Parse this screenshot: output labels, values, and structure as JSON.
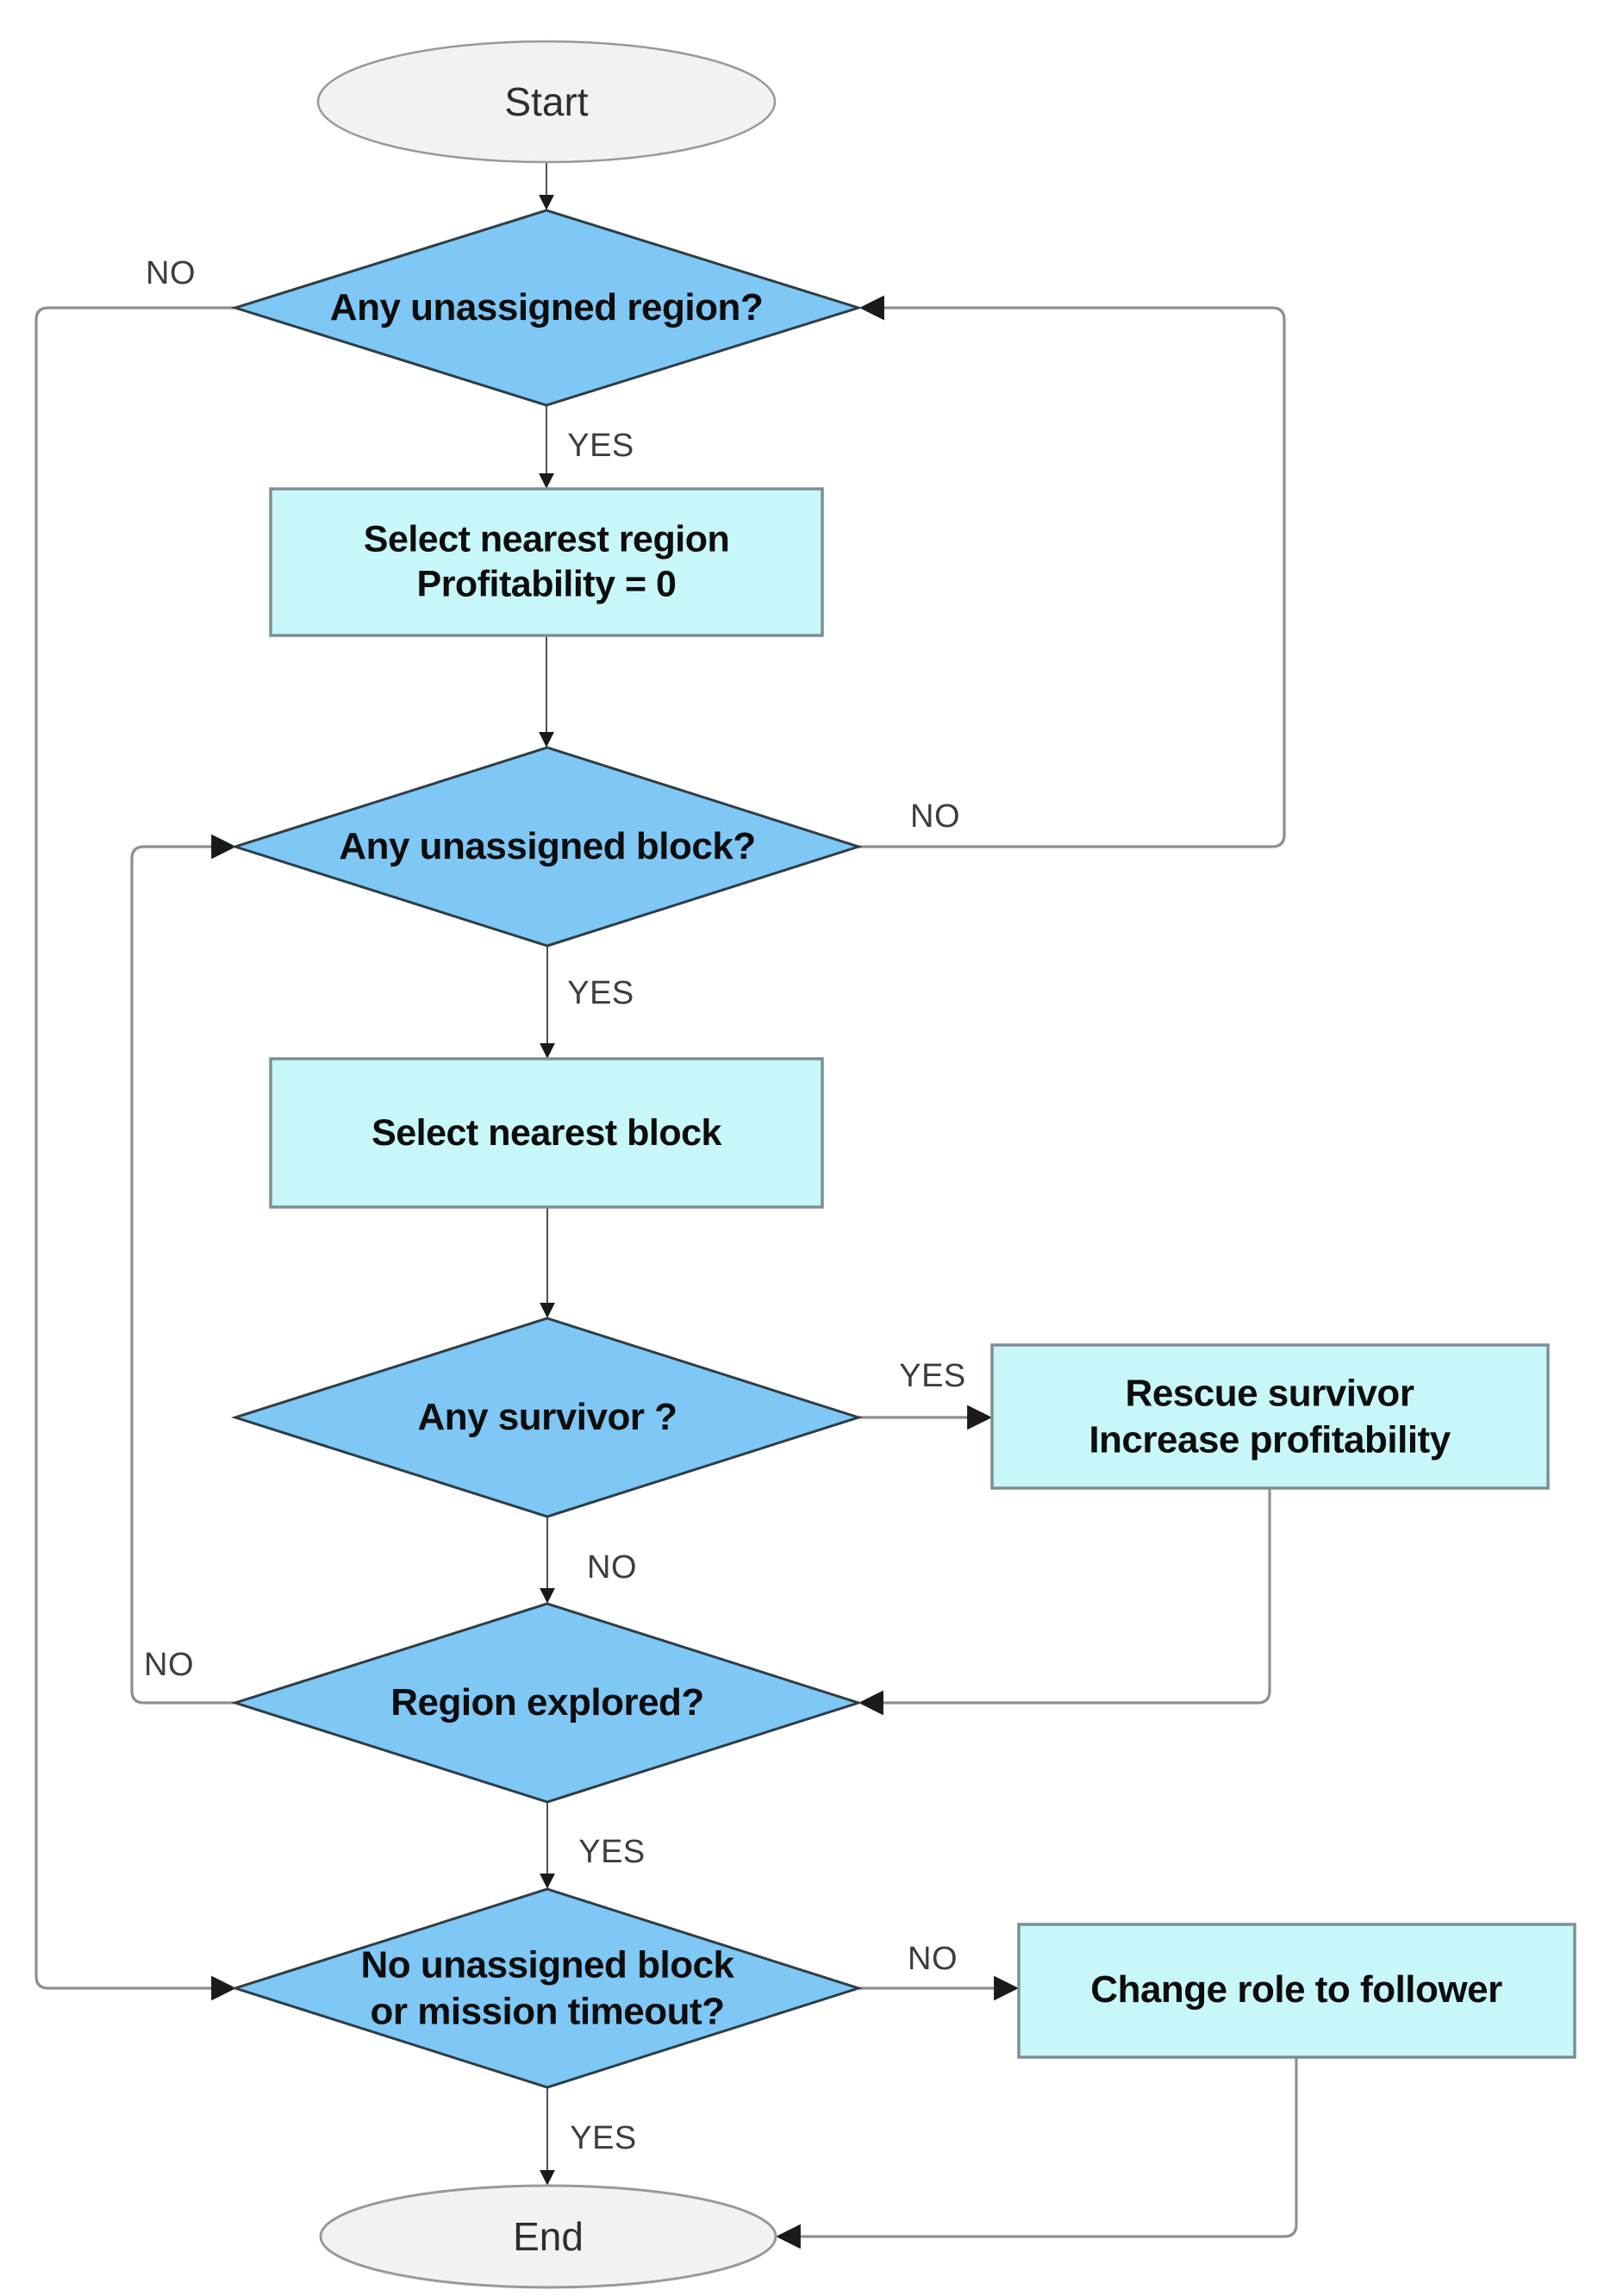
{
  "flowchart": {
    "nodes": {
      "start": {
        "label": "Start",
        "type": "terminator"
      },
      "d1": {
        "label": "Any unassigned region?",
        "type": "decision"
      },
      "p1": {
        "line1": "Select nearest region",
        "line2": "Profitability = 0",
        "type": "process"
      },
      "d2": {
        "label": "Any unassigned block?",
        "type": "decision"
      },
      "p2": {
        "label": "Select nearest block",
        "type": "process"
      },
      "d3": {
        "label": "Any survivor ?",
        "type": "decision"
      },
      "p3": {
        "line1": "Rescue survivor",
        "line2": "Increase profitability",
        "type": "process"
      },
      "d4": {
        "label": "Region explored?",
        "type": "decision"
      },
      "d5": {
        "line1": "No unassigned block",
        "line2": "or mission timeout?",
        "type": "decision"
      },
      "p4": {
        "label": "Change role to follower",
        "type": "process"
      },
      "end": {
        "label": "End",
        "type": "terminator"
      }
    },
    "edge_labels": {
      "d1_no": "NO",
      "d1_yes": "YES",
      "d2_no": "NO",
      "d2_yes": "YES",
      "d3_yes": "YES",
      "d3_no": "NO",
      "d4_no": "NO",
      "d4_yes": "YES",
      "d5_no": "NO",
      "d5_yes": "YES"
    },
    "edges": [
      {
        "from": "start",
        "to": "d1",
        "label": ""
      },
      {
        "from": "d1",
        "to": "p1",
        "label": "YES"
      },
      {
        "from": "d1",
        "to": "d5",
        "label": "NO"
      },
      {
        "from": "p1",
        "to": "d2",
        "label": ""
      },
      {
        "from": "d2",
        "to": "p2",
        "label": "YES"
      },
      {
        "from": "d2",
        "to": "d1",
        "label": "NO"
      },
      {
        "from": "p2",
        "to": "d3",
        "label": ""
      },
      {
        "from": "d3",
        "to": "p3",
        "label": "YES"
      },
      {
        "from": "d3",
        "to": "d4",
        "label": "NO"
      },
      {
        "from": "p3",
        "to": "d4",
        "label": ""
      },
      {
        "from": "d4",
        "to": "d5",
        "label": "YES"
      },
      {
        "from": "d4",
        "to": "d2",
        "label": "NO"
      },
      {
        "from": "d5",
        "to": "p4",
        "label": "NO"
      },
      {
        "from": "d5",
        "to": "end",
        "label": "YES"
      },
      {
        "from": "p4",
        "to": "end",
        "label": ""
      }
    ],
    "colors": {
      "decision_fill": "#7FC7F5",
      "decision_border": "#2e3d45",
      "process_fill": "#C8F7F9",
      "process_border": "#7d8f93",
      "terminator_fill": "#F2F2F2",
      "terminator_border": "#97999c",
      "edge_thin": "#4f4f4f",
      "edge_thick": "#8f8f8f",
      "arrowhead": "#1a1a1a",
      "node_text": "#0d0d0d",
      "edge_label_text": "#3d3d3d",
      "background": "#ffffff"
    }
  }
}
